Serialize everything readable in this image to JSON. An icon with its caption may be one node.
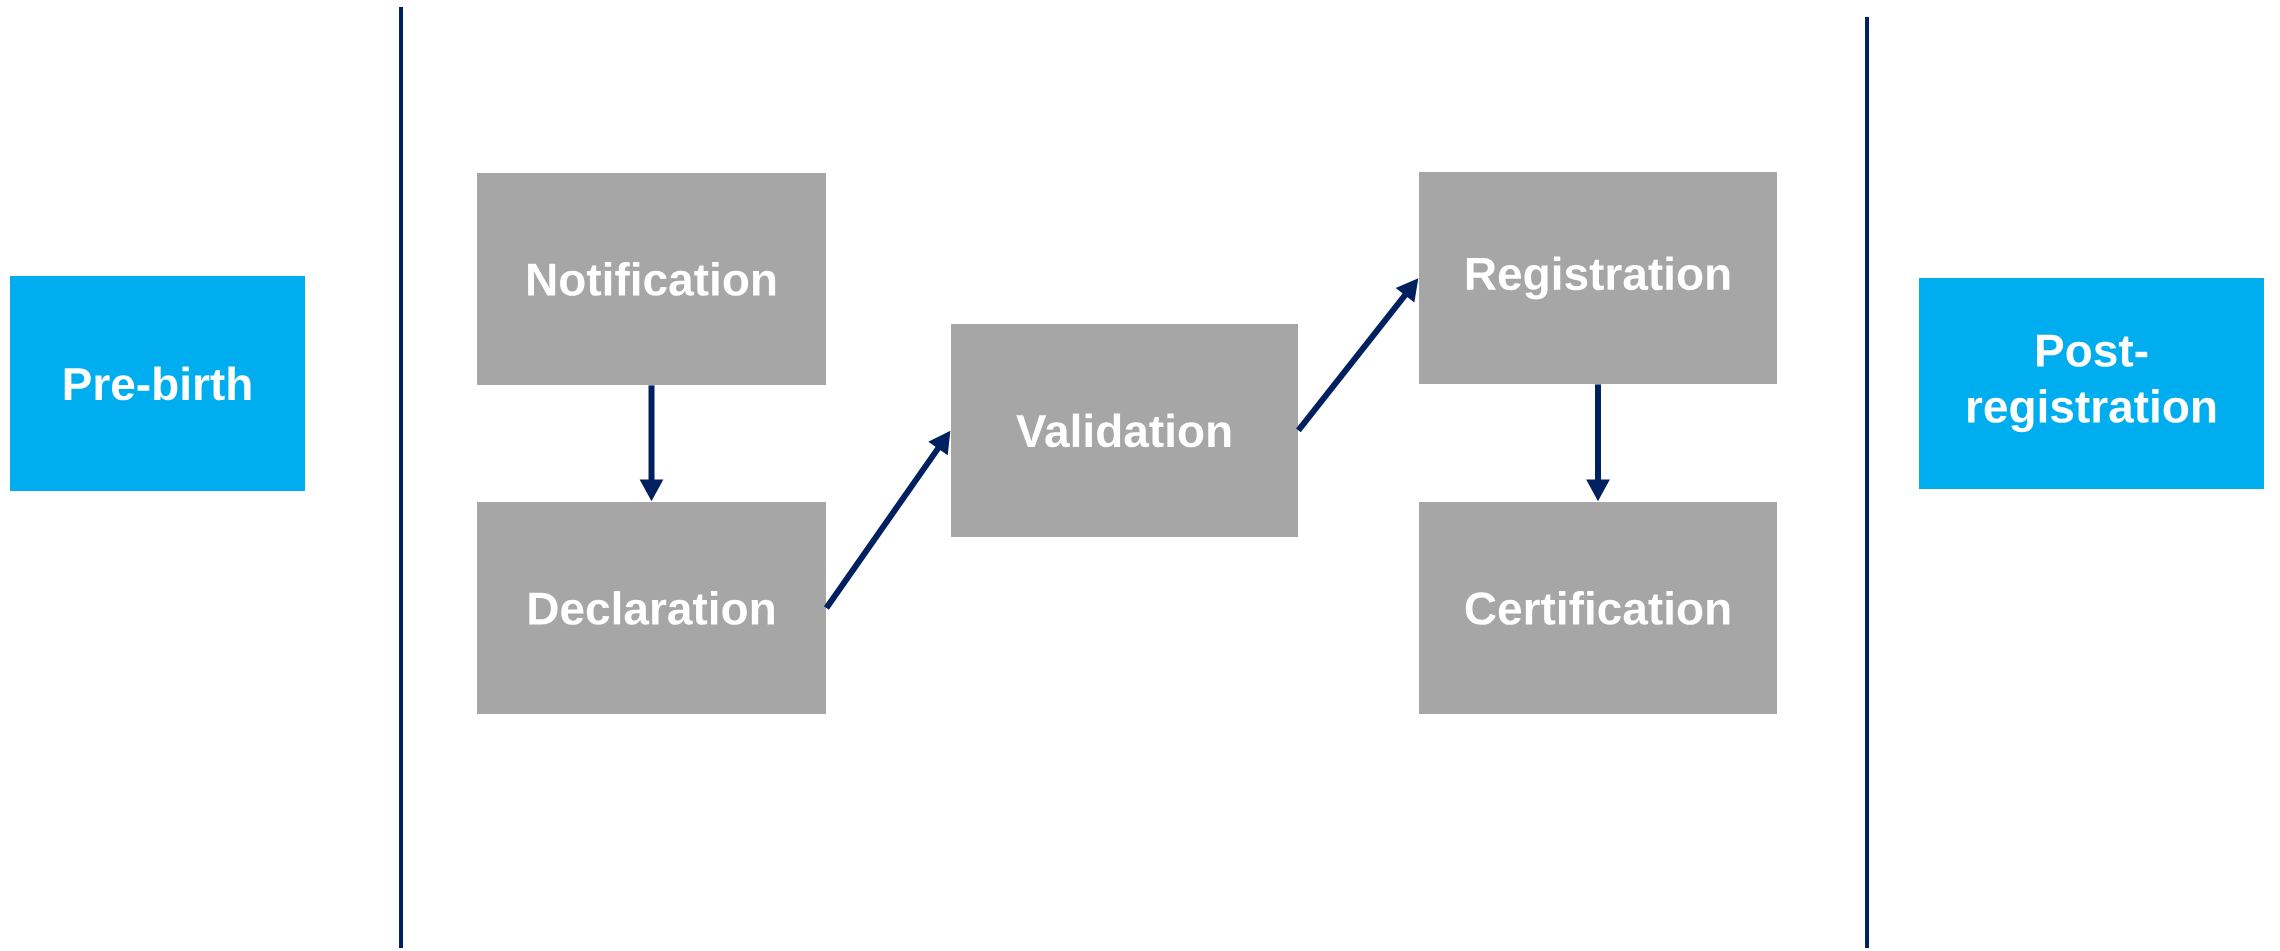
{
  "diagram": {
    "nodes": [
      {
        "text": [
          "Pre-birth"
        ]
      },
      {
        "text": [
          "Notification"
        ]
      },
      {
        "text": [
          "Declaration"
        ]
      },
      {
        "text": [
          "Validation"
        ]
      },
      {
        "text": [
          "Registration"
        ]
      },
      {
        "text": [
          "Certification"
        ]
      },
      {
        "text": [
          "Post-registration"
        ]
      }
    ],
    "edges": [
      {
        "from": 1,
        "to": 2,
        "arrow": "to"
      },
      {
        "from": 2,
        "to": 3,
        "arrow": "to"
      },
      {
        "from": 3,
        "to": 4,
        "arrow": "to"
      },
      {
        "from": 4,
        "to": 5,
        "arrow": "to"
      }
    ]
  }
}
